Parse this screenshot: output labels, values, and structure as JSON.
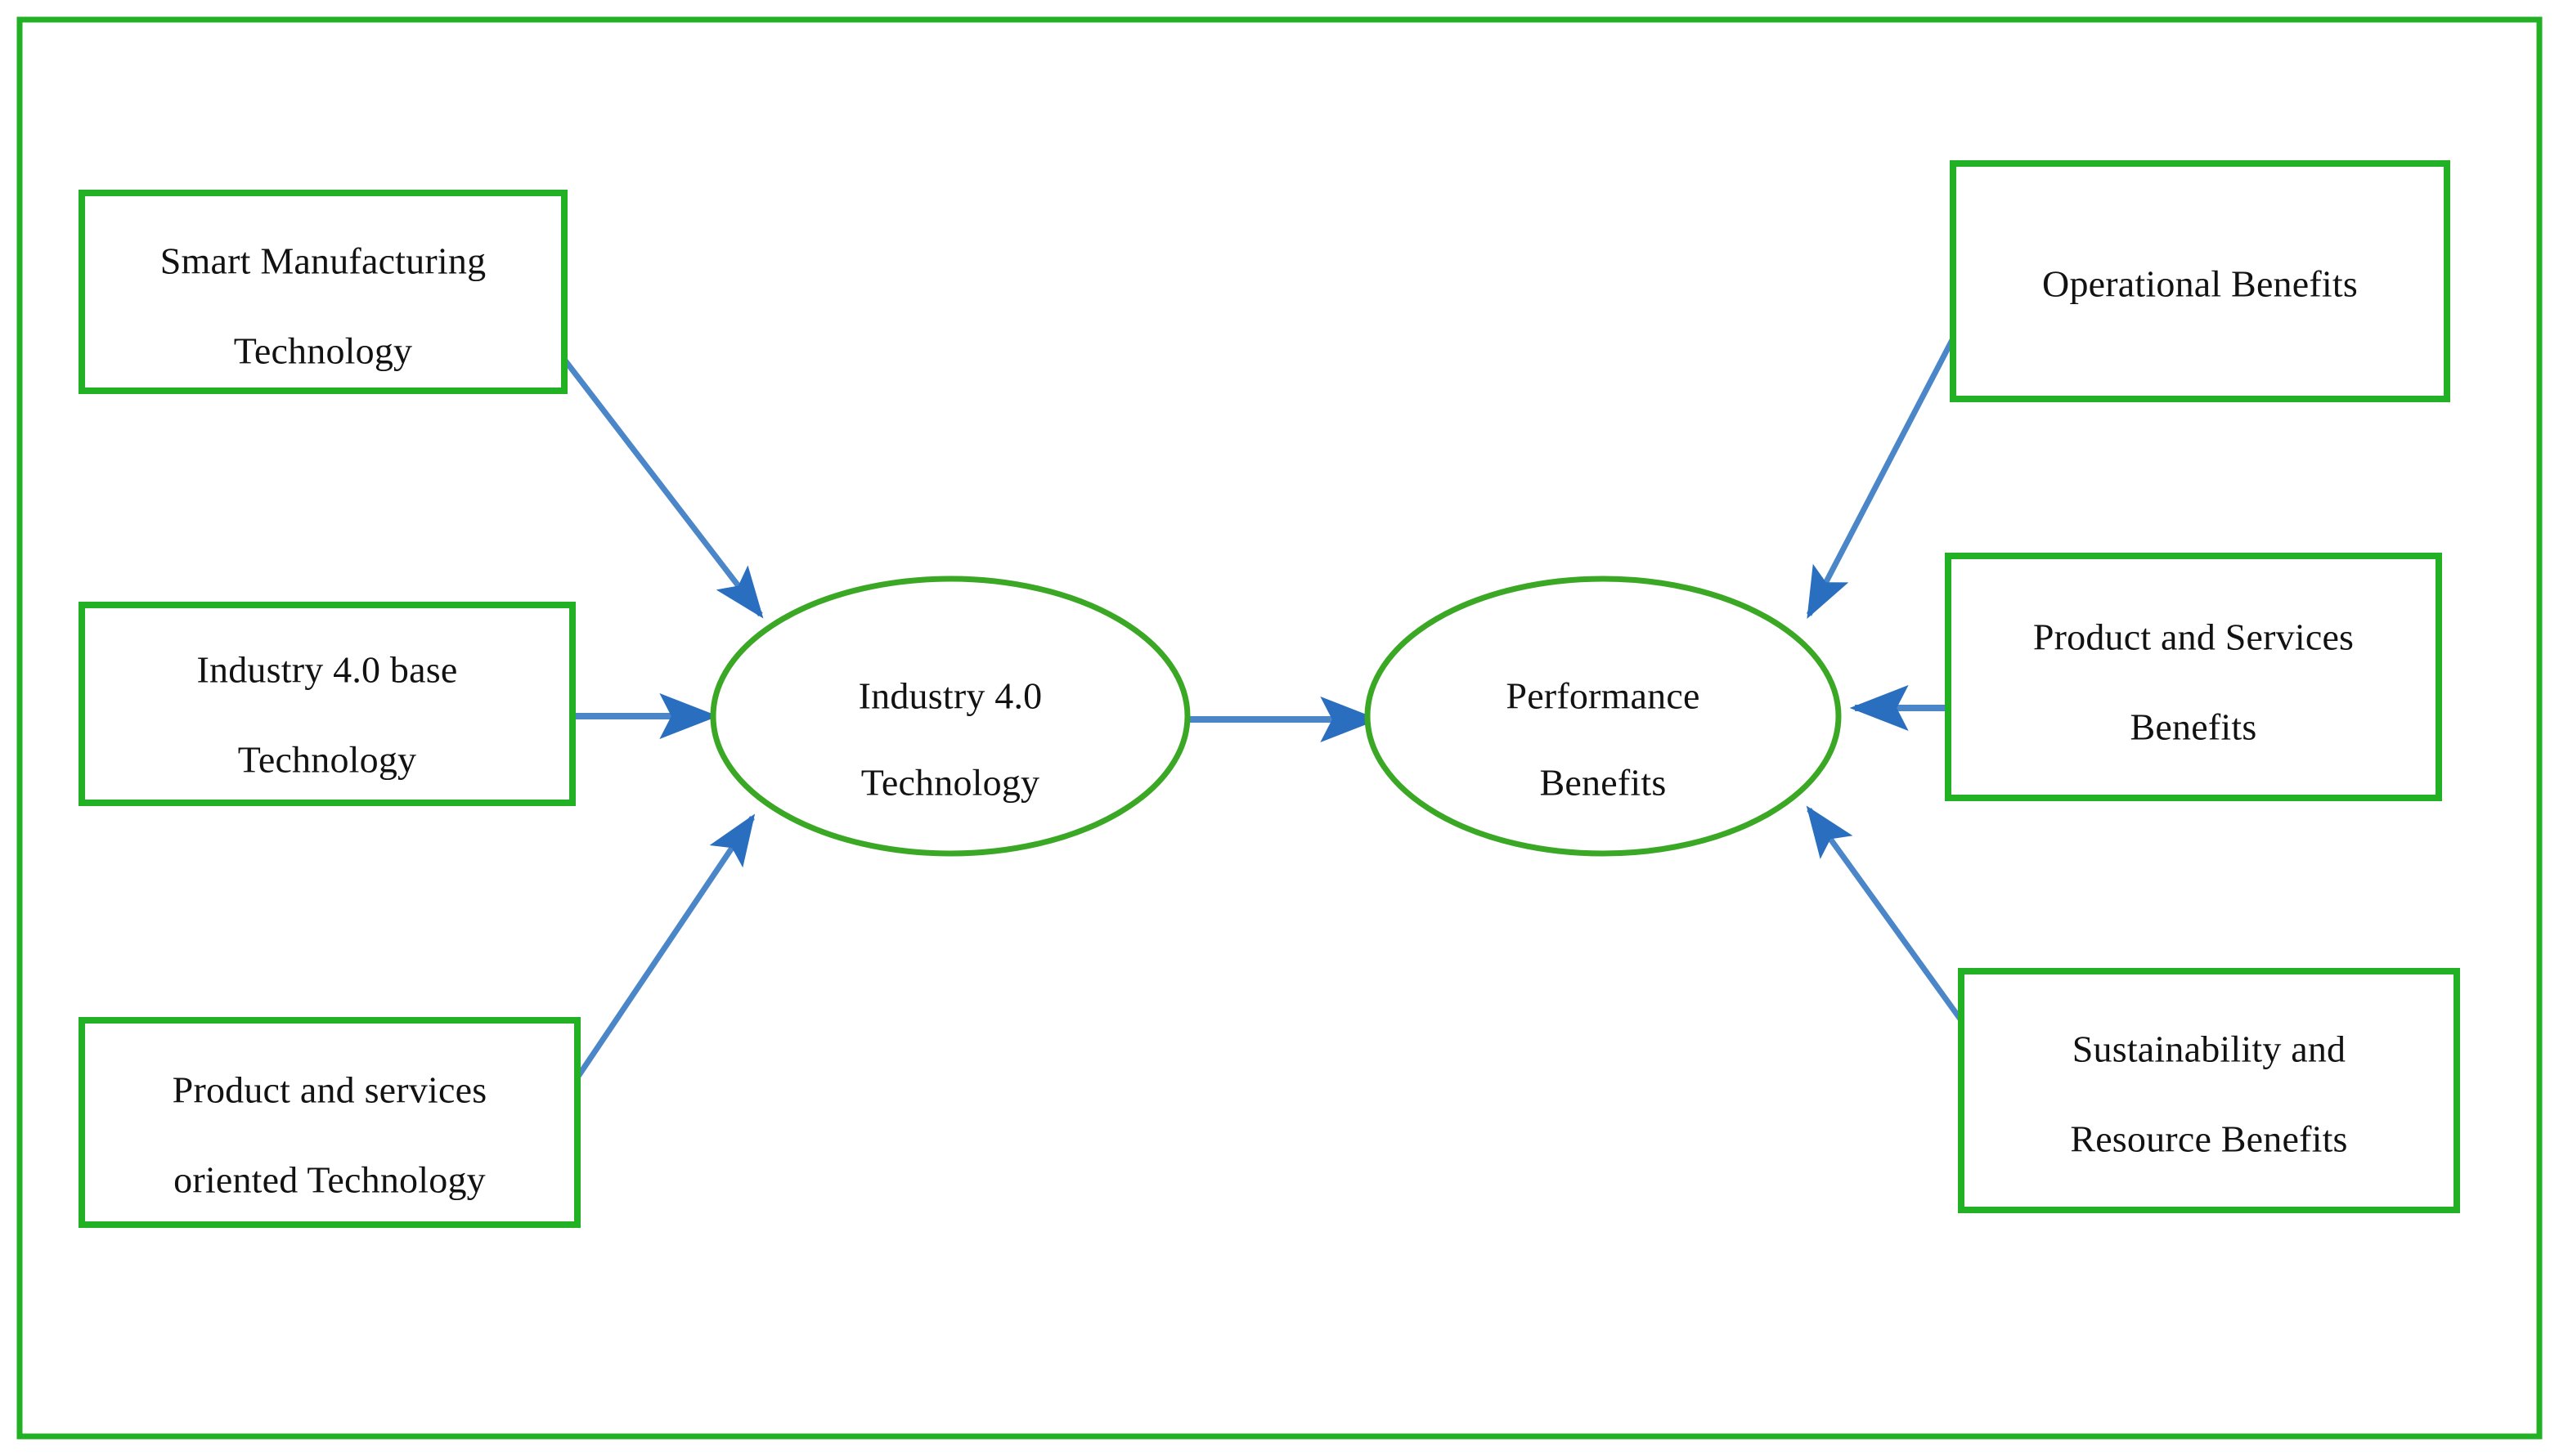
{
  "figure": {
    "kind": "conceptual-framework-diagram",
    "frame": {
      "border_color": "#22b024",
      "background": "#ffffff"
    },
    "palette": {
      "node_border_green": "#22b024",
      "node_fill_white": "#ffffff",
      "arrow_blue": "#4a86c8",
      "arrowhead_blue": "#2a6fbf",
      "text_black": "#121212"
    }
  },
  "nodes": {
    "left_boxes": [
      {
        "id": "smart-manufacturing-technology",
        "line1": "Smart Manufacturing",
        "line2": "Technology"
      },
      {
        "id": "industry-40-base-technology",
        "line1": "Industry 4.0 base",
        "line2": "Technology"
      },
      {
        "id": "product-and-services-oriented-technology",
        "line1": "Product and services",
        "line2": "oriented Technology"
      }
    ],
    "ellipses": [
      {
        "id": "industry-40-technology",
        "line1": "Industry 4.0",
        "line2": "Technology"
      },
      {
        "id": "performance-benefits",
        "line1": "Performance",
        "line2": "Benefits"
      }
    ],
    "right_boxes": [
      {
        "id": "operational-benefits",
        "line1": "Operational Benefits",
        "line2": ""
      },
      {
        "id": "product-and-services-benefits",
        "line1": "Product and Services",
        "line2": "Benefits"
      },
      {
        "id": "sustainability-and-resource-benefits",
        "line1": "Sustainability and",
        "line2": "Resource Benefits"
      }
    ]
  },
  "edges": [
    {
      "id": "edge-smart-manufacturing-to-industry40",
      "from": "smart-manufacturing-technology",
      "to": "industry-40-technology",
      "direction": "to-ellipse"
    },
    {
      "id": "edge-industry40base-to-industry40",
      "from": "industry-40-base-technology",
      "to": "industry-40-technology",
      "direction": "to-ellipse"
    },
    {
      "id": "edge-product-services-oriented-to-industry40",
      "from": "product-and-services-oriented-technology",
      "to": "industry-40-technology",
      "direction": "to-ellipse"
    },
    {
      "id": "edge-industry40-to-performance",
      "from": "industry-40-technology",
      "to": "performance-benefits",
      "direction": "ellipse-to-ellipse"
    },
    {
      "id": "edge-operational-to-performance",
      "from": "operational-benefits",
      "to": "performance-benefits",
      "direction": "to-ellipse"
    },
    {
      "id": "edge-product-services-benefits-to-performance",
      "from": "product-and-services-benefits",
      "to": "performance-benefits",
      "direction": "to-ellipse"
    },
    {
      "id": "edge-sustainability-to-performance",
      "from": "sustainability-and-resource-benefits",
      "to": "performance-benefits",
      "direction": "to-ellipse"
    }
  ]
}
